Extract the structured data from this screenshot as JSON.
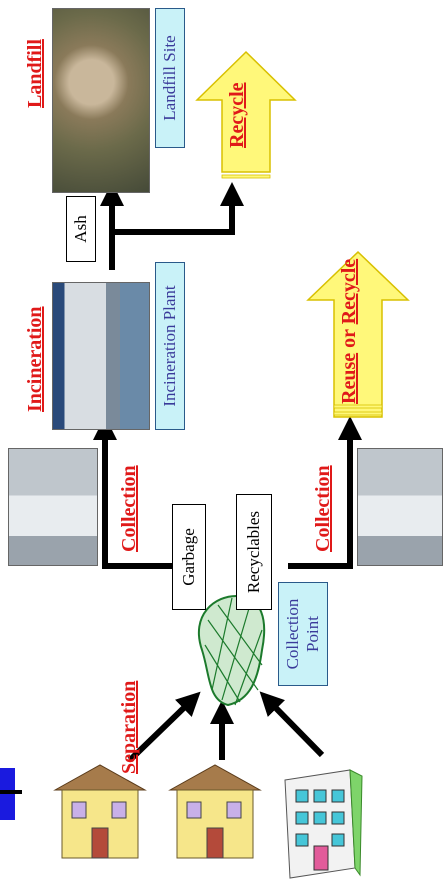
{
  "labels": {
    "landfill": "Landfill",
    "incineration": "Incineration",
    "collection_top": "Collection",
    "collection_bottom": "Collection",
    "separation": "Separation",
    "recycle": "Recycle",
    "reuse": "Reuse",
    "or": "or",
    "recycle2": "Recycle"
  },
  "boxes": {
    "landfill_site": "Landfill Site",
    "incineration_plant": "Incineration Plant",
    "ash": "Ash",
    "garbage": "Garbage",
    "recyclables": "Recyclables",
    "collection_point_line1": "Collection",
    "collection_point_line2": "Point"
  },
  "colors": {
    "red_label": "#e01919",
    "blue_box_fill": "#c9f2f8",
    "yellow_arrow": "#fff87a",
    "accent_bar": "#1a1adf"
  }
}
